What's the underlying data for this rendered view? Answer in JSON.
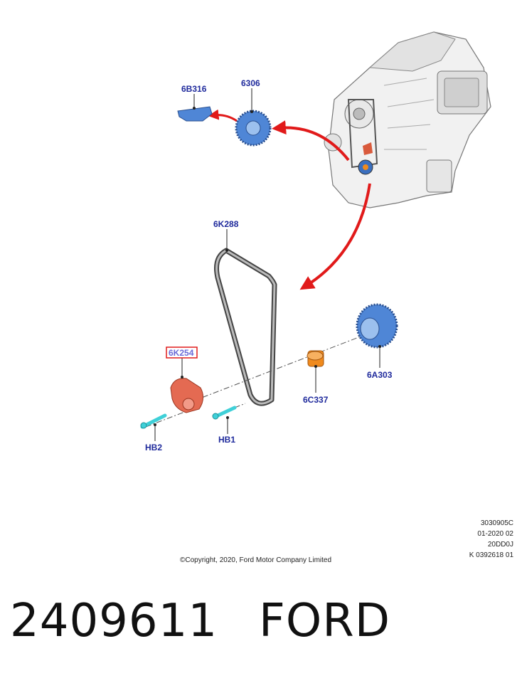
{
  "labels": {
    "pulley_cover": "6B316",
    "crank_gear_top": "6306",
    "belt": "6K288",
    "tensioner": "6K254",
    "crank_sprocket": "6A303",
    "idler_spacer": "6C337",
    "bolt_1": "HB1",
    "bolt_2": "HB2"
  },
  "meta_lines": [
    "3030905C",
    "01-2020 02",
    "20DD0J",
    "K 0392618 01"
  ],
  "copyright": "©Copyright, 2020, Ford Motor Company Limited",
  "part_number": "2409611",
  "brand": "FORD",
  "colors": {
    "label": "#1f2a9c",
    "highlight_box": "#e01b1b",
    "arrow": "#e11a1a",
    "blue_part": "#4f86d6",
    "orange_part": "#f08a1c",
    "red_part": "#e46a52",
    "cyan_bolt": "#3fd0d8"
  }
}
